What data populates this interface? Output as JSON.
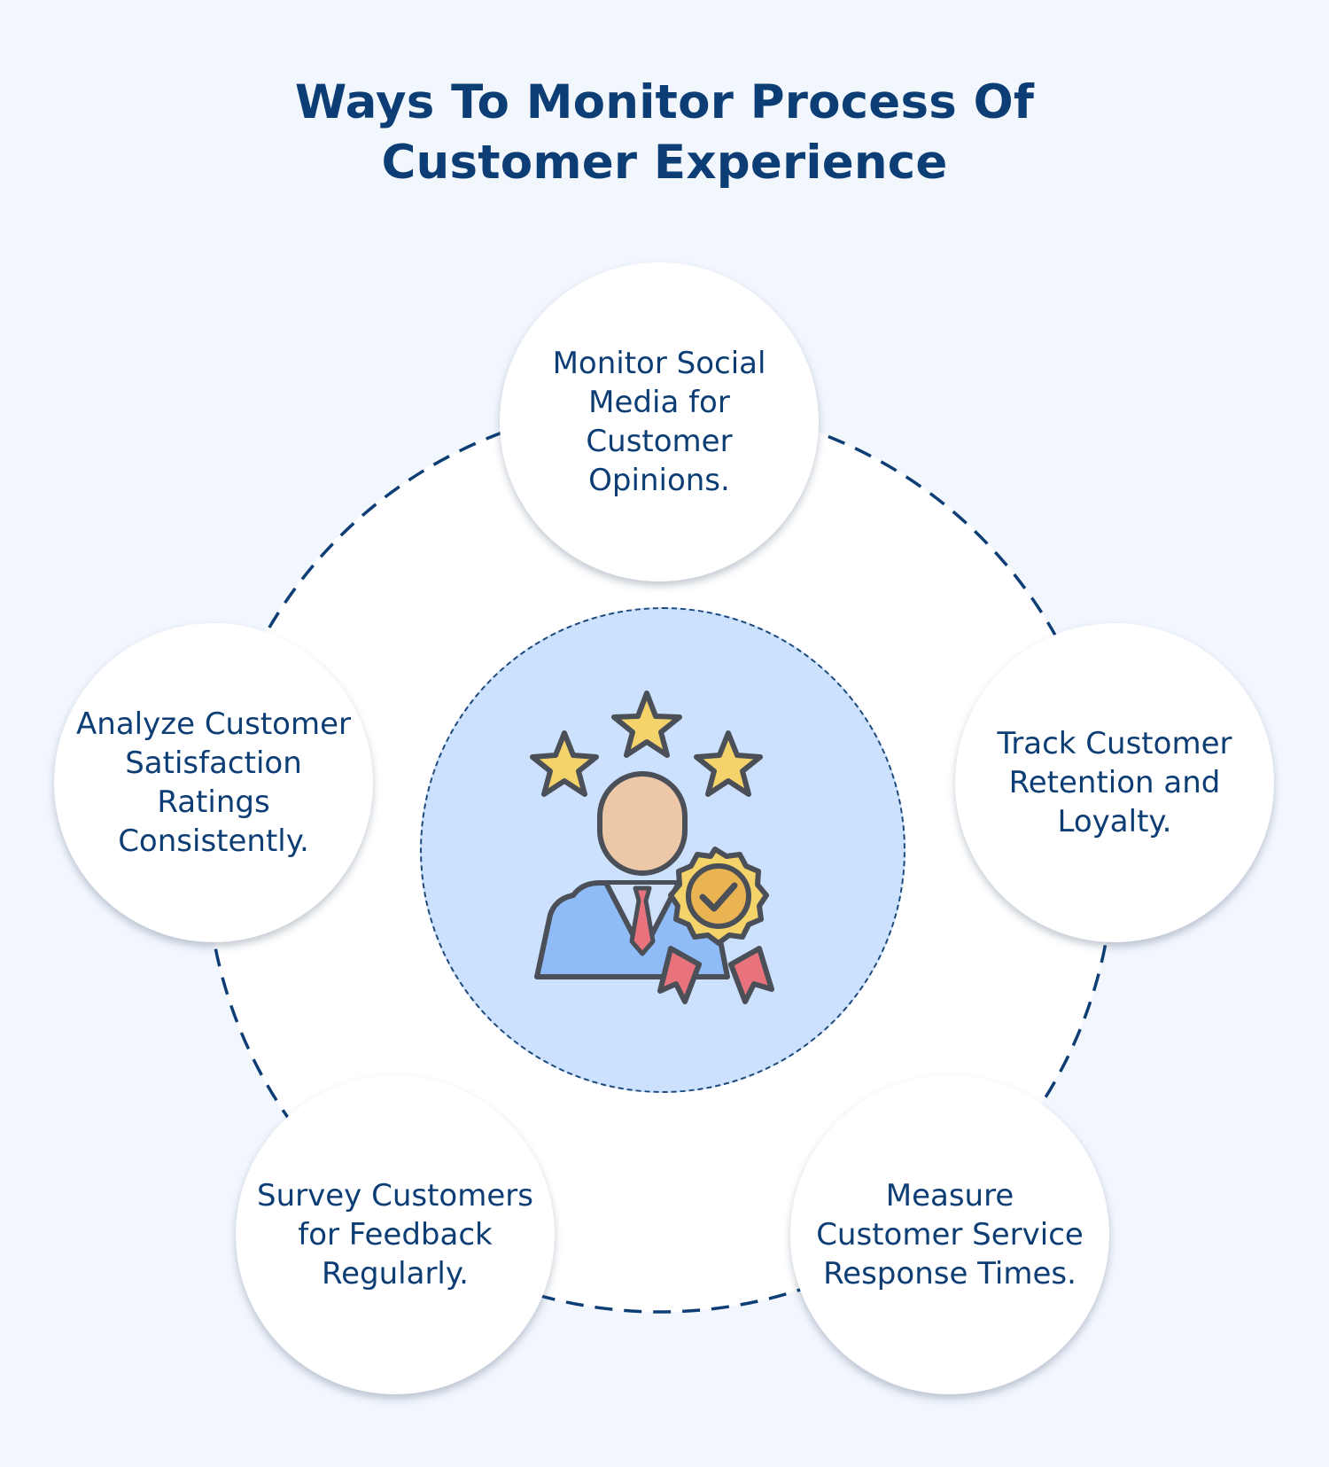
{
  "title": {
    "line1": "Ways To Monitor Process Of",
    "line2": "Customer Experience"
  },
  "center": {
    "icon": "customer-award-icon"
  },
  "nodes": {
    "top": "Monitor Social Media for Customer Opinions.",
    "right": "Track Customer Retention and Loyalty.",
    "bottom_right": "Measure Customer Service Response Times.",
    "bottom_left": "Survey Customers for Feedback Regularly.",
    "left": "Analyze Customer Satisfaction Ratings Consistently."
  },
  "colors": {
    "background": "#f2f6fd",
    "title": "#0c3d74",
    "center_fill": "#cce1fd",
    "dash": "#1d4a7c",
    "node_fill": "#ffffff"
  }
}
